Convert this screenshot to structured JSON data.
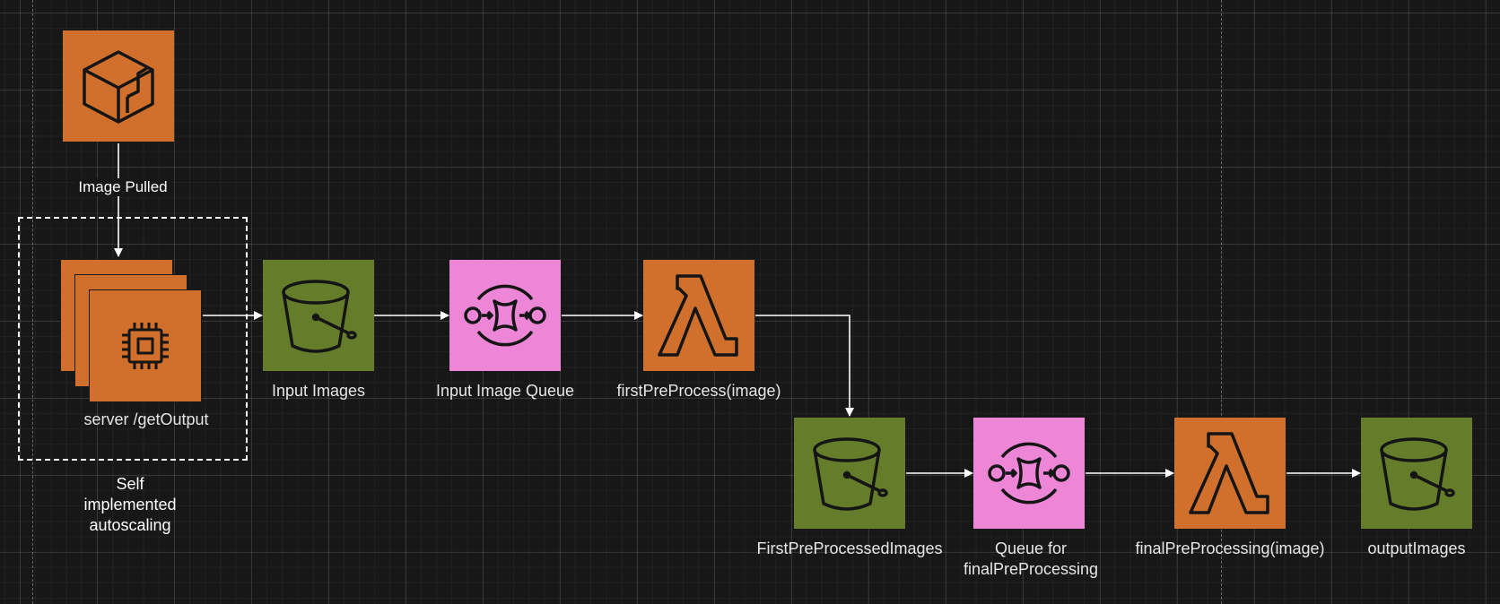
{
  "diagram": {
    "edge_labels": {
      "image_pulled": "Image Pulled"
    },
    "group": {
      "label": "Self\nimplemented\nautoscaling"
    },
    "nodes": {
      "ecr": {
        "label": "",
        "icon": "container-registry-icon",
        "color": "#d0702c"
      },
      "server": {
        "label": "server /getOutput",
        "icon": "ec2-instance-stack-icon",
        "color": "#d0702c"
      },
      "input_images": {
        "label": "Input Images",
        "icon": "s3-bucket-icon",
        "color": "#657d2a"
      },
      "input_queue": {
        "label": "Input Image Queue",
        "icon": "sqs-queue-icon",
        "color": "#ee86d8"
      },
      "first_lambda": {
        "label": "firstPreProcess(image)",
        "icon": "lambda-icon",
        "color": "#d0702c"
      },
      "first_bucket": {
        "label": "FirstPreProcessedImages",
        "icon": "s3-bucket-icon",
        "color": "#657d2a"
      },
      "final_queue": {
        "label": "Queue for\nfinalPreProcessing",
        "icon": "sqs-queue-icon",
        "color": "#ee86d8"
      },
      "final_lambda": {
        "label": "finalPreProcessing(image)",
        "icon": "lambda-icon",
        "color": "#d0702c"
      },
      "output_bucket": {
        "label": "outputImages",
        "icon": "s3-bucket-icon",
        "color": "#657d2a"
      }
    }
  }
}
